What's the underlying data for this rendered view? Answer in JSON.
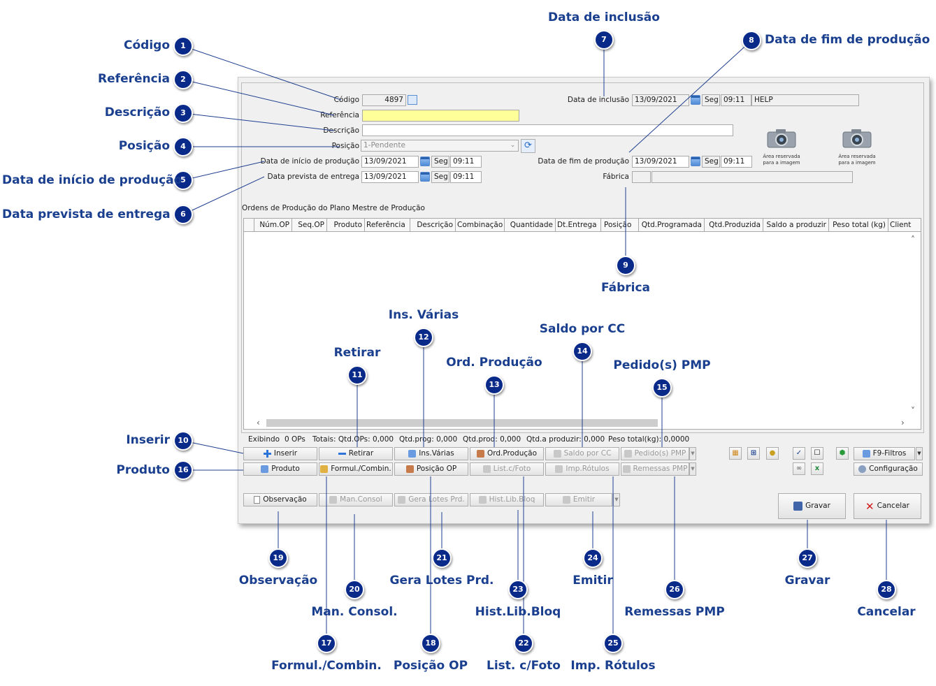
{
  "form": {
    "codigo_label": "Código",
    "codigo_value": "4897",
    "referencia_label": "Referência",
    "referencia_value": "",
    "descricao_label": "Descrição",
    "descricao_value": "",
    "posicao_label": "Posição",
    "posicao_value": "1-Pendente",
    "data_inicio_label": "Data de início de produção",
    "data_inicio_date": "13/09/2021",
    "data_inicio_day": "Seg",
    "data_inicio_time": "09:11",
    "data_prevista_label": "Data prevista de entrega",
    "data_prevista_date": "13/09/2021",
    "data_prevista_day": "Seg",
    "data_prevista_time": "09:11",
    "data_inclusao_label": "Data de inclusão",
    "data_inclusao_date": "13/09/2021",
    "data_inclusao_day": "Seg",
    "data_inclusao_time": "09:11",
    "data_inclusao_user": "HELP",
    "data_fim_label": "Data de fim de produção",
    "data_fim_date": "13/09/2021",
    "data_fim_day": "Seg",
    "data_fim_time": "09:11",
    "fabrica_label": "Fábrica",
    "fabrica_code": "",
    "fabrica_name": "",
    "image_placeholder_1": "Área reservada para a imagem",
    "image_placeholder_2": "Área reservada para a imagem"
  },
  "grid": {
    "title": "Ordens de Produção do Plano Mestre de Produção",
    "columns": [
      "Núm.OP",
      "Seq.OP",
      "Produto",
      "Referência",
      "Descrição",
      "Combinação",
      "Quantidade",
      "Dt.Entrega",
      "Posição",
      "Qtd.Programada",
      "Qtd.Produzida",
      "Saldo a produzir",
      "Peso total (kg)",
      "Client"
    ],
    "rows": []
  },
  "status": {
    "exibindo": "Exibindo",
    "count": "0 OPs",
    "totais": "Totais: Qtd.OPs: 0,000",
    "qtd_prog": "Qtd.prog: 0,000",
    "qtd_prod": "Qtd.prod: 0,000",
    "qtd_a_produzir": "Qtd.a produzir: 0,000",
    "peso_total": "Peso total(kg): 0,0000"
  },
  "buttons": {
    "inserir": "Inserir",
    "retirar": "Retirar",
    "ins_varias": "Ins.Várias",
    "ord_producao": "Ord.Produção",
    "saldo_cc": "Saldo por CC",
    "pedidos_pmp": "Pedido(s) PMP",
    "produto": "Produto",
    "formul_combin": "Formul./Combin.",
    "posicao_op": "Posição OP",
    "list_foto": "List.c/Foto",
    "imp_rotulos": "Imp.Rótulos",
    "remessas_pmp": "Remessas PMP",
    "f9_filtros": "F9-Filtros",
    "configuracao": "Configuração",
    "observacao": "Observação",
    "man_consol": "Man.Consol",
    "gera_lotes": "Gera Lotes Prd.",
    "hist_lib_bloq": "Hist.Lib.Bloq",
    "emitir": "Emitir",
    "gravar": "Gravar",
    "cancelar": "Cancelar"
  },
  "annotations": [
    {
      "num": "1",
      "text": "Código"
    },
    {
      "num": "2",
      "text": "Referência"
    },
    {
      "num": "3",
      "text": "Descrição"
    },
    {
      "num": "4",
      "text": "Posição"
    },
    {
      "num": "5",
      "text": "Data de início de produção"
    },
    {
      "num": "6",
      "text": "Data prevista de entrega"
    },
    {
      "num": "7",
      "text": "Data de inclusão"
    },
    {
      "num": "8",
      "text": "Data de fim de produção"
    },
    {
      "num": "9",
      "text": "Fábrica"
    },
    {
      "num": "10",
      "text": "Inserir"
    },
    {
      "num": "11",
      "text": "Retirar"
    },
    {
      "num": "12",
      "text": "Ins. Várias"
    },
    {
      "num": "13",
      "text": "Ord. Produção"
    },
    {
      "num": "14",
      "text": "Saldo por CC"
    },
    {
      "num": "15",
      "text": "Pedido(s) PMP"
    },
    {
      "num": "16",
      "text": "Produto"
    },
    {
      "num": "17",
      "text": "Formul./Combin."
    },
    {
      "num": "18",
      "text": "Posição OP"
    },
    {
      "num": "19",
      "text": "Observação"
    },
    {
      "num": "20",
      "text": "Man. Consol."
    },
    {
      "num": "21",
      "text": "Gera Lotes Prd."
    },
    {
      "num": "22",
      "text": "List. c/Foto"
    },
    {
      "num": "23",
      "text": "Hist.Lib.Bloq"
    },
    {
      "num": "24",
      "text": "Emitir"
    },
    {
      "num": "25",
      "text": "Imp. Rótulos"
    },
    {
      "num": "26",
      "text": "Remessas PMP"
    },
    {
      "num": "27",
      "text": "Gravar"
    },
    {
      "num": "28",
      "text": "Cancelar"
    }
  ],
  "colors": {
    "badge": "#0a2a8a",
    "annotation_text": "#1a3f8f",
    "leader_line": "#1f3f8f",
    "required_field": "#ffff99"
  }
}
